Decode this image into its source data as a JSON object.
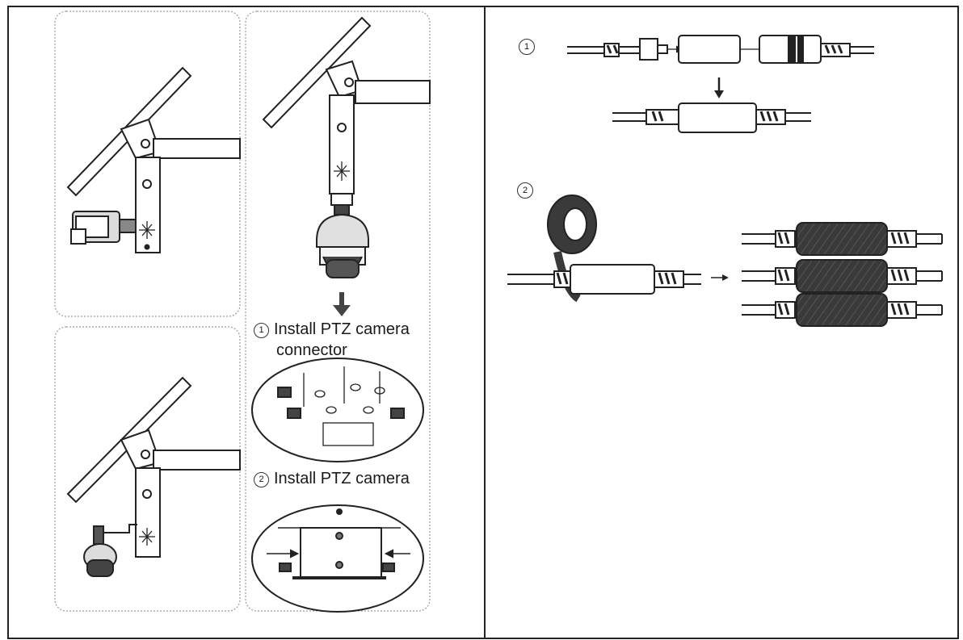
{
  "left_panel": {
    "step1": {
      "number": "1",
      "text_line1": "Install PTZ camera",
      "text_line2": "connector"
    },
    "step2": {
      "number": "2",
      "text": "Install PTZ camera"
    }
  },
  "right_panel": {
    "step1": {
      "number": "1"
    },
    "step2": {
      "number": "2"
    }
  },
  "colors": {
    "ink": "#1a1a1a",
    "border": "#222222",
    "dotted": "#9a9a9a",
    "fill_dark": "#3a3a3a",
    "fill_grey": "#dcdcdc"
  }
}
